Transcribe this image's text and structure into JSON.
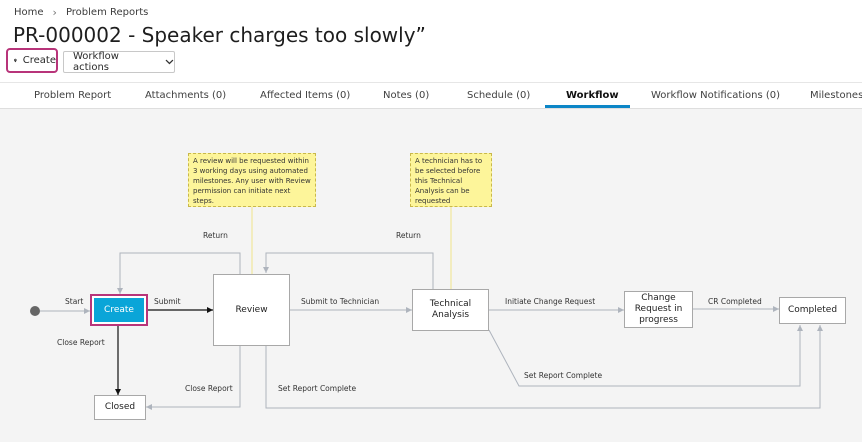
{
  "breadcrumb": {
    "home": "Home",
    "current": "Problem Reports"
  },
  "page": {
    "title": "PR-000002 - Speaker charges too slowly”"
  },
  "toolbar": {
    "status_label": "Create",
    "workflow_actions_label": "Workflow actions"
  },
  "tabs": [
    {
      "label": "Problem Report"
    },
    {
      "label": "Attachments (0)"
    },
    {
      "label": "Affected Items (0)"
    },
    {
      "label": "Notes (0)"
    },
    {
      "label": "Schedule (0)"
    },
    {
      "label": "Workflow",
      "active": true
    },
    {
      "label": "Workflow Notifications (0)"
    },
    {
      "label": "Milestones"
    }
  ],
  "workflow": {
    "states": {
      "create": "Create",
      "review": "Review",
      "technical": "Technical Analysis",
      "change_request": "Change Request in progress",
      "completed": "Completed",
      "closed": "Closed"
    },
    "notes": {
      "review": "A review will be requested within 3 working days using automated milestones. Any user with Review permission can initiate next steps.",
      "technical": "A technician has to be selected before this Technical Analysis can be requested"
    },
    "transitions": {
      "start": "Start",
      "submit": "Submit",
      "return_review": "Return",
      "return_technical": "Return",
      "close_report_create": "Close Report",
      "close_report_review": "Close Report",
      "submit_to_technician": "Submit to Technician",
      "initiate_cr": "Initiate Change Request",
      "cr_completed": "CR Completed",
      "set_complete_technical": "Set Report Complete",
      "set_complete_review": "Set Report Complete"
    }
  },
  "colors": {
    "accent": "#0c86c7",
    "current_state": "#0aa5d8",
    "highlight": "#b8347a",
    "note_bg": "#fdf59a"
  },
  "icons": {
    "status": "map-pin-icon",
    "dropdown": "chevron-down-icon"
  }
}
